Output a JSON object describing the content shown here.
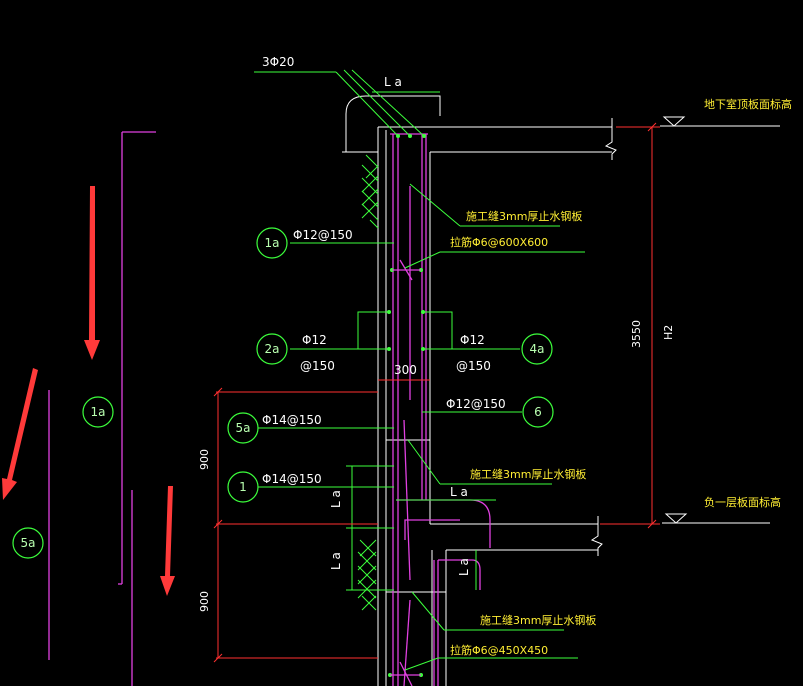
{
  "labels": {
    "top_bar": "3Φ20",
    "la_top": "L a",
    "sheet1": "施工缝3mm厚止水钢板",
    "tie1": "拉筋Φ6@600X600",
    "rebar_1a": "Φ12@150",
    "dia12_left": "Φ12",
    "spacing_left": "@150",
    "dia12_right": "Φ12",
    "spacing_right": "@150",
    "dim300": "300",
    "rebar_6": "Φ12@150",
    "rebar_5a": "Φ14@150",
    "rebar_1": "Φ14@150",
    "sheet2": "施工缝3mm厚止水钢板",
    "la_mid": "L a",
    "la_v1": "L a",
    "la_v2": "L a",
    "la_v3": "L a",
    "sheet3": "施工缝3mm厚止水钢板",
    "tie2": "拉筋Φ6@450X450",
    "dim900a": "900",
    "dim900b": "900",
    "dim3550": "3550",
    "h2": "H2",
    "elev_top": "地下室顶板面标高",
    "elev_mid": "负一层板面标高"
  },
  "bubbles": {
    "b1a": "1a",
    "b2a": "2a",
    "b4a": "4a",
    "b5a": "5a",
    "b6": "6",
    "b1": "1",
    "b1a_far": "1a",
    "b5a_far": "5a"
  },
  "colors": {
    "background": "#000000",
    "outline": "#ffffff",
    "leader": "#3cff3c",
    "rebar": "#e040e0",
    "label_text": "#ffee33",
    "arrow": "#ff3030"
  }
}
